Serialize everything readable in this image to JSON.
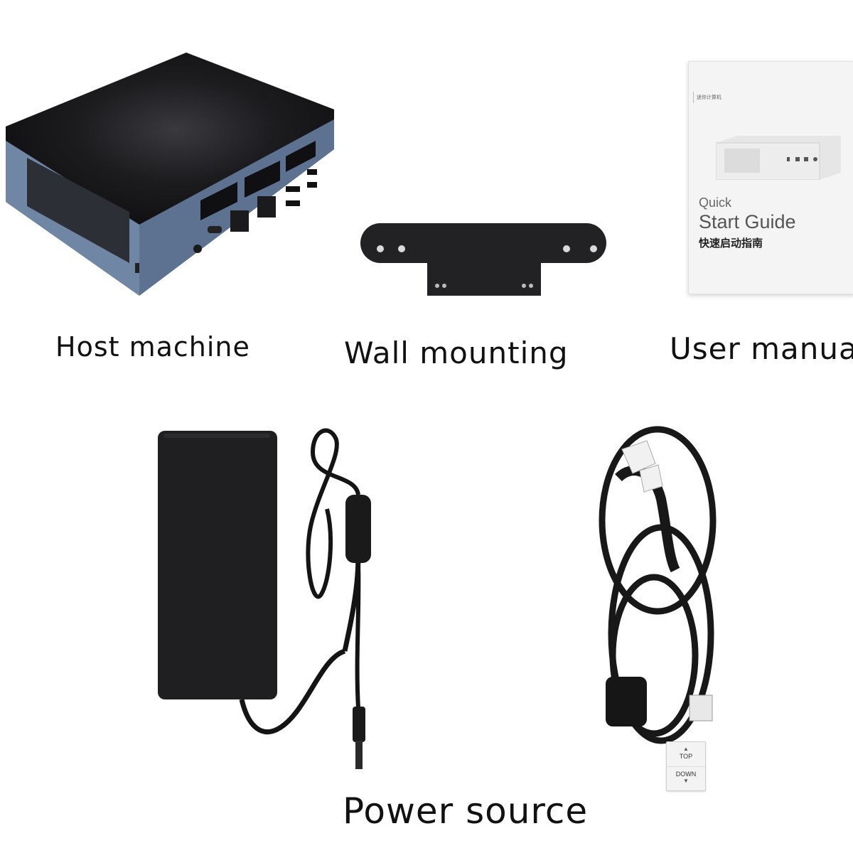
{
  "captions": {
    "host": "Host machine",
    "wall": "Wall mounting",
    "manual": "User manua",
    "power": "Power source"
  },
  "manual": {
    "tab_text": "迷你计算机",
    "quick": "Quick",
    "start_guide": "Start Guide",
    "chinese": "快速启动指南"
  },
  "nav": {
    "top_label": "TOP",
    "down_label": "DOWN",
    "up_icon": "triangle-up-icon",
    "down_icon": "triangle-down-icon"
  },
  "colors": {
    "device_top": "#1a1a1c",
    "device_side": "#5a6f8a",
    "adapter": "#1f1f21",
    "bracket": "#222224"
  }
}
